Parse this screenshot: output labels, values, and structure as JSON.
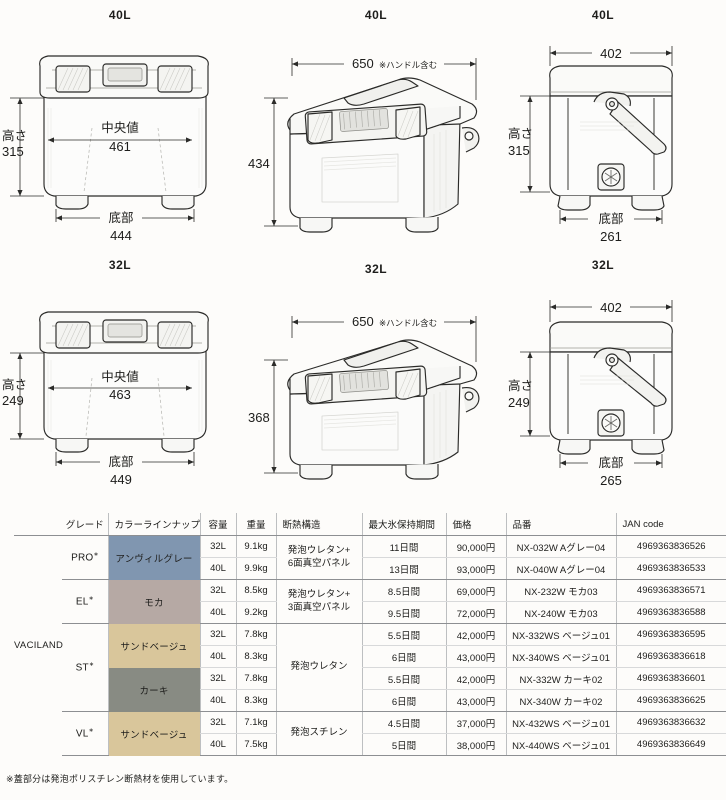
{
  "drawings": [
    {
      "id": "front-40l",
      "caption": "40L",
      "view": "front",
      "height_label": "高さ",
      "height_value": "315",
      "mid_label": "中央値",
      "mid_value": "461",
      "bottom_label": "底部",
      "bottom_value": "444"
    },
    {
      "id": "perspective-40l",
      "caption": "40L",
      "view": "perspective",
      "width_value": "650",
      "width_note": "※ハンドル含む",
      "height_value": "434"
    },
    {
      "id": "side-40l",
      "caption": "40L",
      "view": "side",
      "top_value": "402",
      "height_label": "高さ",
      "height_value": "315",
      "bottom_label": "底部",
      "bottom_value": "261"
    },
    {
      "id": "front-32l",
      "caption": "32L",
      "view": "front",
      "height_label": "高さ",
      "height_value": "249",
      "mid_label": "中央値",
      "mid_value": "463",
      "bottom_label": "底部",
      "bottom_value": "449"
    },
    {
      "id": "perspective-32l",
      "caption": "32L",
      "view": "perspective",
      "width_value": "650",
      "width_note": "※ハンドル含む",
      "height_value": "368"
    },
    {
      "id": "side-32l",
      "caption": "32L",
      "view": "side",
      "top_value": "402",
      "height_label": "高さ",
      "height_value": "249",
      "bottom_label": "底部",
      "bottom_value": "265"
    }
  ],
  "table": {
    "headers": {
      "grade": "グレード",
      "color": "カラーラインナップ",
      "capacity": "容量",
      "weight": "重量",
      "insulation": "断熱構造",
      "ice_retention": "最大氷保持期間",
      "price": "価格",
      "model": "品番",
      "jan": "JAN code"
    },
    "brand": "VACILAND",
    "grades": [
      {
        "name": "PRO",
        "mark": "∗"
      },
      {
        "name": "EL",
        "mark": "∗"
      },
      {
        "name": "ST",
        "mark": "∗"
      },
      {
        "name": "VL",
        "mark": "∗"
      }
    ],
    "colors": [
      {
        "name": "アンヴィルグレー",
        "hex": "#8096b0"
      },
      {
        "name": "モカ",
        "hex": "#b6a9a4"
      },
      {
        "name": "サンドベージュ",
        "hex": "#d9c69b"
      },
      {
        "name": "カーキ",
        "hex": "#888b83"
      }
    ],
    "insulations": [
      "発泡ウレタン+\n6面真空パネル",
      "発泡ウレタン+\n3面真空パネル",
      "発泡ウレタン",
      "発泡スチレン"
    ],
    "rows": [
      {
        "capacity": "32L",
        "weight": "9.1kg",
        "days": "11日間",
        "price": "90,000円",
        "model": "NX-032W Aグレー04",
        "jan": "4969363836526"
      },
      {
        "capacity": "40L",
        "weight": "9.9kg",
        "days": "13日間",
        "price": "93,000円",
        "model": "NX-040W Aグレー04",
        "jan": "4969363836533"
      },
      {
        "capacity": "32L",
        "weight": "8.5kg",
        "days": "8.5日間",
        "price": "69,000円",
        "model": "NX-232W モカ03",
        "jan": "4969363836571"
      },
      {
        "capacity": "40L",
        "weight": "9.2kg",
        "days": "9.5日間",
        "price": "72,000円",
        "model": "NX-240W モカ03",
        "jan": "4969363836588"
      },
      {
        "capacity": "32L",
        "weight": "7.8kg",
        "days": "5.5日間",
        "price": "42,000円",
        "model": "NX-332WS ベージュ01",
        "jan": "4969363836595"
      },
      {
        "capacity": "40L",
        "weight": "8.3kg",
        "days": "6日間",
        "price": "43,000円",
        "model": "NX-340WS ベージュ01",
        "jan": "4969363836618"
      },
      {
        "capacity": "32L",
        "weight": "7.8kg",
        "days": "5.5日間",
        "price": "42,000円",
        "model": "NX-332W カーキ02",
        "jan": "4969363836601"
      },
      {
        "capacity": "40L",
        "weight": "8.3kg",
        "days": "6日間",
        "price": "43,000円",
        "model": "NX-340W カーキ02",
        "jan": "4969363836625"
      },
      {
        "capacity": "32L",
        "weight": "7.1kg",
        "days": "4.5日間",
        "price": "37,000円",
        "model": "NX-432WS ベージュ01",
        "jan": "4969363836632"
      },
      {
        "capacity": "40L",
        "weight": "7.5kg",
        "days": "5日間",
        "price": "38,000円",
        "model": "NX-440WS ベージュ01",
        "jan": "4969363836649"
      }
    ]
  },
  "footnote": "※蓋部分は発泡ポリスチレン断熱材を使用しています。"
}
